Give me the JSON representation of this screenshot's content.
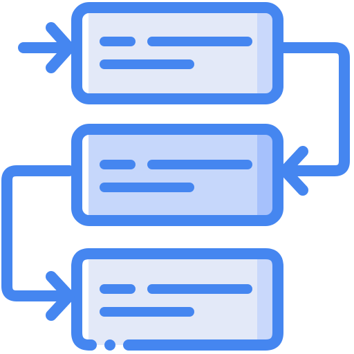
{
  "icon": {
    "name": "process-flow-icon",
    "boxes": [
      {
        "name": "top-box",
        "fill": "#e3e9f8",
        "shade": "#c9d8fb"
      },
      {
        "name": "middle-box",
        "fill": "#c6d7fb",
        "shade": "#a6c1fc"
      },
      {
        "name": "bottom-box",
        "fill": "#e3e9f8",
        "shade": "#c9d8fb"
      }
    ]
  },
  "colors": {
    "stroke": "#4586f0",
    "background": "#ffffff"
  }
}
